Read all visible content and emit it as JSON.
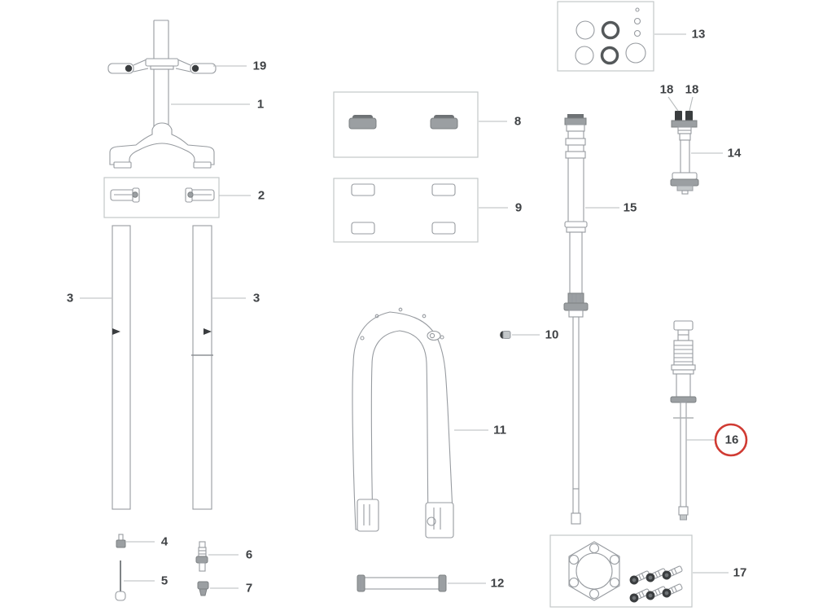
{
  "colors": {
    "background": "#ffffff",
    "outline": "#979ba0",
    "leader": "#b7bbbd",
    "label": "#3f4245",
    "highlight": "#d03b33"
  },
  "highlighted_callout": "16",
  "callouts": {
    "c19": {
      "label": "19"
    },
    "c1": {
      "label": "1"
    },
    "c2": {
      "label": "2"
    },
    "c3l": {
      "label": "3"
    },
    "c3r": {
      "label": "3"
    },
    "c4": {
      "label": "4"
    },
    "c5": {
      "label": "5"
    },
    "c6": {
      "label": "6"
    },
    "c7": {
      "label": "7"
    },
    "c8": {
      "label": "8"
    },
    "c9": {
      "label": "9"
    },
    "c10": {
      "label": "10"
    },
    "c11": {
      "label": "11"
    },
    "c12": {
      "label": "12"
    },
    "c13": {
      "label": "13"
    },
    "c14": {
      "label": "14"
    },
    "c15": {
      "label": "15"
    },
    "c16": {
      "label": "16"
    },
    "c17": {
      "label": "17"
    },
    "c18a": {
      "label": "18"
    },
    "c18b": {
      "label": "18"
    }
  }
}
